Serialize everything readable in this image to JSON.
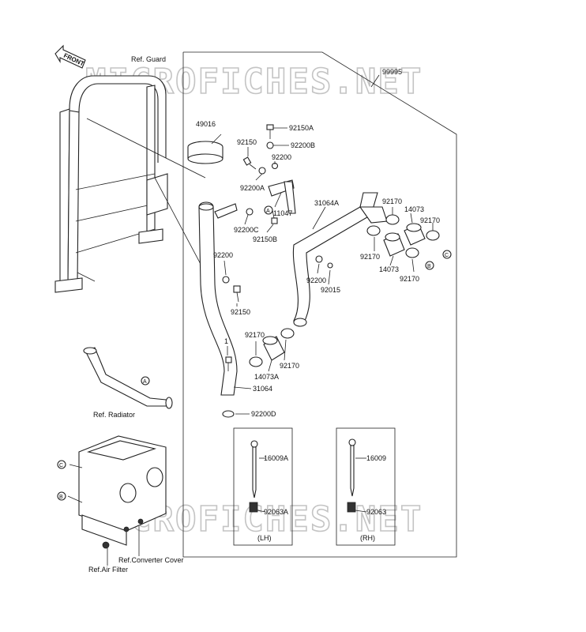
{
  "watermark": "MICROFICHES.NET",
  "front_arrow": "FRONT",
  "refs": {
    "guard": "Ref. Guard",
    "radiator": "Ref. Radiator",
    "converter_cover": "Ref.Converter Cover",
    "air_filter": "Ref.Air Filter"
  },
  "part_labels": [
    "99995",
    "49016",
    "92150A",
    "92150",
    "92200B",
    "92200",
    "92200A",
    "11047",
    "92200C",
    "92150B",
    "31064A",
    "92170",
    "14073",
    "92170",
    "92170",
    "14073",
    "92170",
    "92200",
    "92015",
    "92200",
    "92150",
    "92170",
    "1",
    "92170",
    "14073A",
    "31064",
    "92200D",
    "16009A",
    "92063A",
    "16009",
    "92063"
  ],
  "callouts": [
    "A",
    "A",
    "B",
    "C",
    "B",
    "C"
  ],
  "inset_labels": {
    "left": "(LH)",
    "right": "(RH)"
  }
}
